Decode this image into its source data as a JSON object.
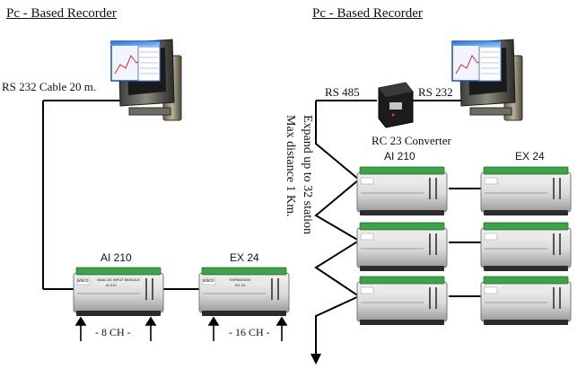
{
  "left": {
    "title": "Pc - Based Recorder",
    "cable_label": "RS 232 Cable 20 m.",
    "module_a_label": "AI 210",
    "module_b_label": "EX 24",
    "module_a_channels": "- 8 CH -",
    "module_b_channels": "- 16 CH -"
  },
  "right": {
    "title": "Pc - Based Recorder",
    "rs485_label": "RS 485",
    "rs232_label": "RS 232",
    "converter_label": "RC 23  Converter",
    "module_a_label": "AI 210",
    "module_b_label": "EX 24"
  },
  "middle_note": {
    "line1": "Expand up to 32 station",
    "line2": "Max distance 1 Km."
  },
  "device_text": {
    "brand": "wisco",
    "ai_text": "ANALOG INPUT MODULE",
    "ai_model": "AI 210",
    "ex_text": "EXPANSION",
    "ex_model": "EX 24"
  }
}
